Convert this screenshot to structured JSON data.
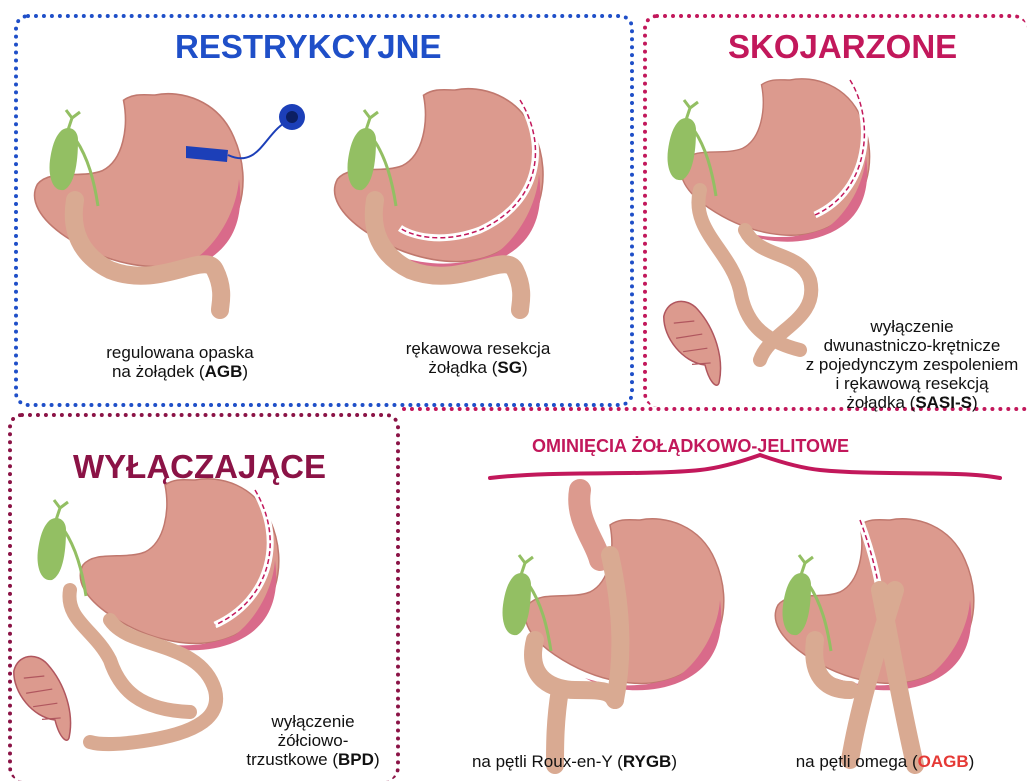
{
  "colors": {
    "restrictive": "#1f4fc8",
    "combined": "#c2185b",
    "malabsorptive": "#8b1346",
    "bypass": "#c2185b",
    "oagb_highlight": "#e53935",
    "stomach": "#dc9a8e",
    "stomach_outer": "#d96a8a",
    "intestine": "#d9aa92",
    "gallbladder": "#93bf63",
    "band": "#1c3fb8"
  },
  "sections": {
    "restrictive": {
      "title": "RESTRYKCYJNE"
    },
    "combined": {
      "title": "SKOJARZONE"
    },
    "malabsorptive": {
      "title": "WYŁĄCZAJĄCE"
    },
    "bypass": {
      "title": "OMINIĘCIA ŻOŁĄDKOWO-JELITOWE"
    }
  },
  "procedures": {
    "agb": {
      "line1": "regulowana opaska",
      "line2_pre": "na żołądek (",
      "abbr": "AGB",
      "line2_post": ")"
    },
    "sg": {
      "line1": "rękawowa resekcja",
      "line2_pre": "żołądka (",
      "abbr": "SG",
      "line2_post": ")"
    },
    "sasis": {
      "line1": "wyłączenie",
      "line2": "dwunastniczo-krętnicze",
      "line3": "z pojedynczym zespoleniem",
      "line4": "i rękawową resekcją",
      "line5_pre": "żołądka (",
      "abbr": "SASI-S",
      "line5_post": ")"
    },
    "bpd": {
      "line1": "wyłączenie",
      "line2": "żółciowo-",
      "line3_pre": "trzustkowe (",
      "abbr": "BPD",
      "line3_post": ")"
    },
    "rygb": {
      "line1_pre": "na pętli Roux-en-Y (",
      "abbr": "RYGB",
      "line1_post": ")"
    },
    "oagb": {
      "line1_pre": "na pętli omega (",
      "abbr": "OAGB",
      "line1_post": ")"
    }
  }
}
